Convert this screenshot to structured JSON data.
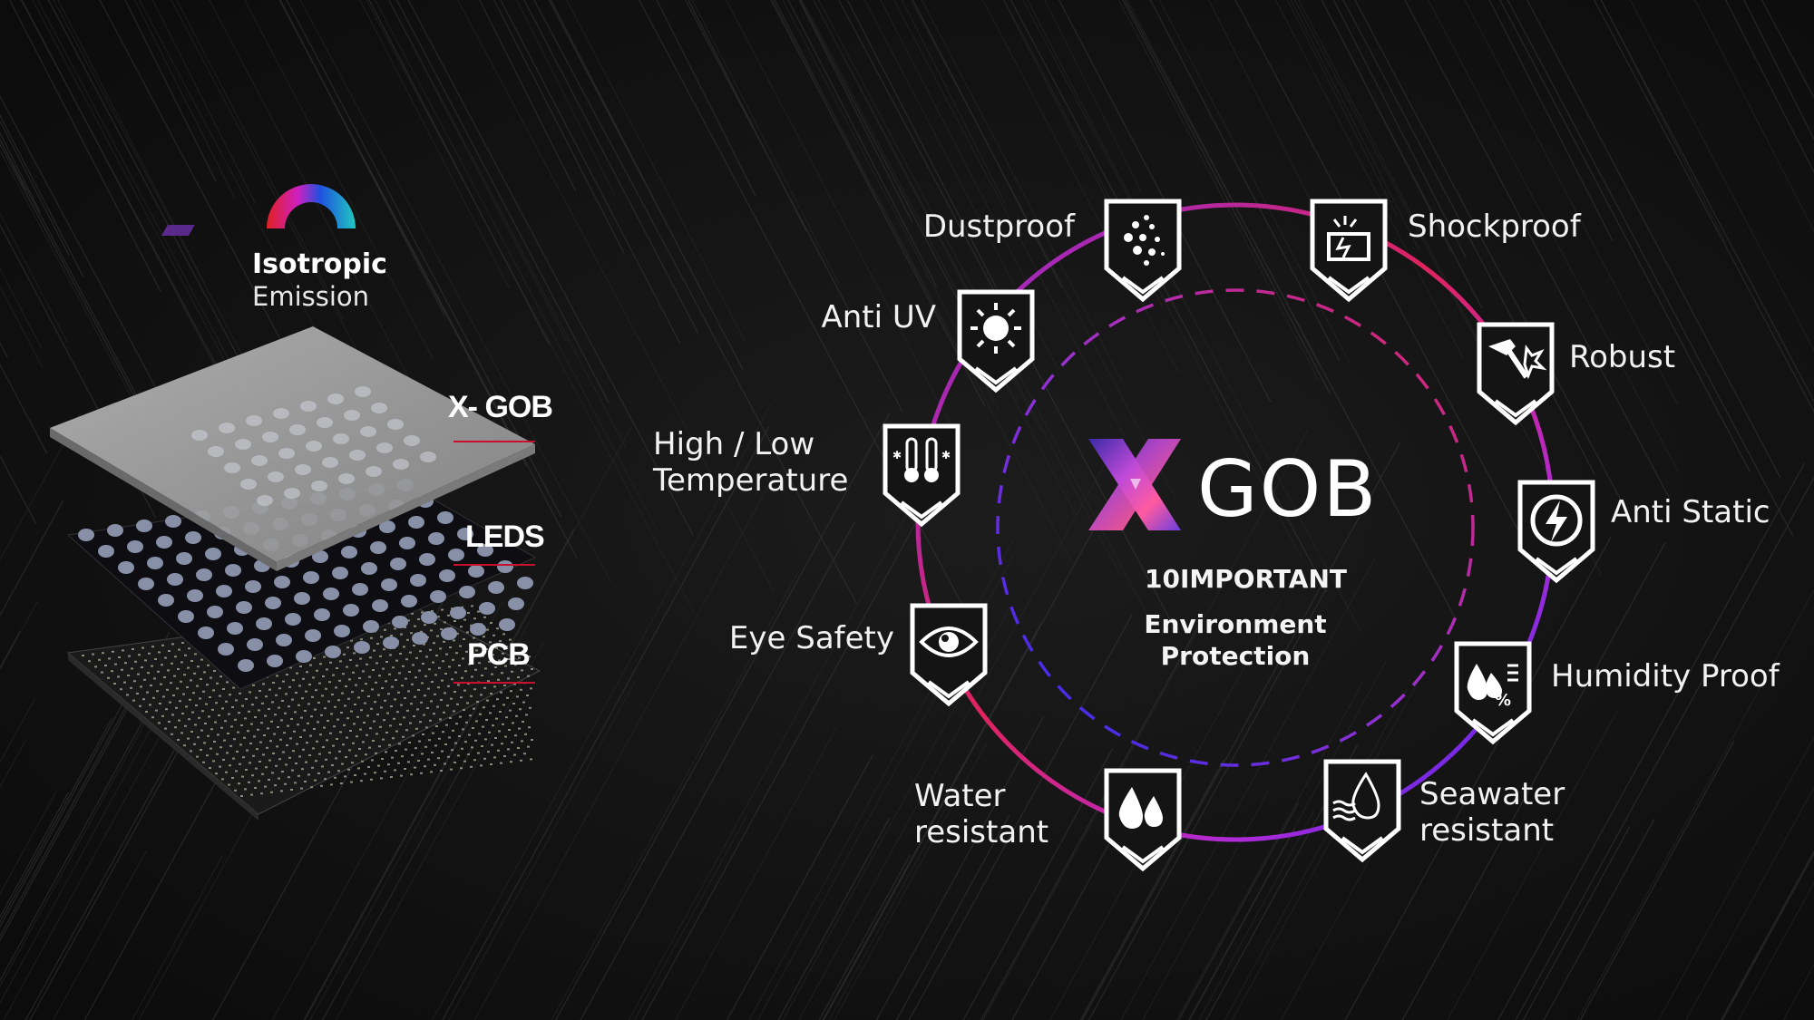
{
  "left_panel": {
    "isotropic_title": "Isotropic",
    "isotropic_subtitle": "Emission",
    "layers": [
      {
        "label": "X- GOB"
      },
      {
        "label": "LEDS"
      },
      {
        "label": "PCB"
      }
    ]
  },
  "center": {
    "logo_letter": "X",
    "logo_word": "GOB",
    "line1": "10IMPORTANT",
    "line2": "Environment",
    "line3": "Protection"
  },
  "features": [
    {
      "label": "Dustproof",
      "icon": "dust-icon"
    },
    {
      "label": "Shockproof",
      "icon": "shock-icon"
    },
    {
      "label": "Anti UV",
      "icon": "sun-icon"
    },
    {
      "label": "Robust",
      "icon": "hammer-icon"
    },
    {
      "label": "High /  Low\nTemperature",
      "icon": "thermometer-icon"
    },
    {
      "label": "Anti Static",
      "icon": "lightning-icon"
    },
    {
      "label": "Eye Safety",
      "icon": "eye-icon"
    },
    {
      "label": "Humidity Proof",
      "icon": "humidity-icon"
    },
    {
      "label": "Water\nresistant",
      "icon": "water-drops-icon"
    },
    {
      "label": "Seawater\nresistant",
      "icon": "seawater-icon"
    }
  ],
  "colors": {
    "background": "#141414",
    "ring_purple": "#8a2be2",
    "ring_pink": "#e0245e",
    "ring_blue": "#2a2af0",
    "accent_red": "#c8102e"
  }
}
